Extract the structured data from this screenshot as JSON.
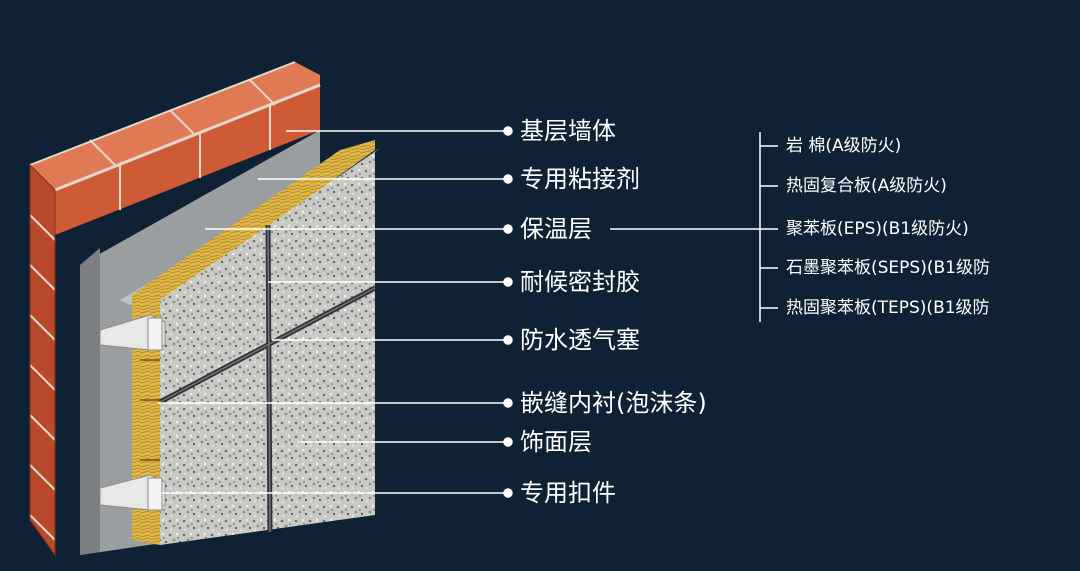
{
  "colors": {
    "background": "#0f2235",
    "brick": "#cf5a36",
    "mortar": "#e2d8cc",
    "base_wall": "#9a9ea1",
    "insulation": "#e0b84a",
    "finish": "#c9cac5",
    "leader_line": "#ffffff"
  },
  "layers": [
    {
      "label": "基层墙体"
    },
    {
      "label": "专用粘接剂"
    },
    {
      "label": "保温层"
    },
    {
      "label": "耐候密封胶"
    },
    {
      "label": "防水透气塞"
    },
    {
      "label": "嵌缝内衬(泡沫条)"
    },
    {
      "label": "饰面层"
    },
    {
      "label": "专用扣件"
    }
  ],
  "insulation_options": [
    {
      "label": "岩 棉(A级防火)"
    },
    {
      "label": "热固复合板(A级防火)"
    },
    {
      "label": "聚苯板(EPS)(B1级防火)"
    },
    {
      "label": "石墨聚苯板(SEPS)(B1级防"
    },
    {
      "label": "热固聚苯板(TEPS)(B1级防"
    }
  ]
}
